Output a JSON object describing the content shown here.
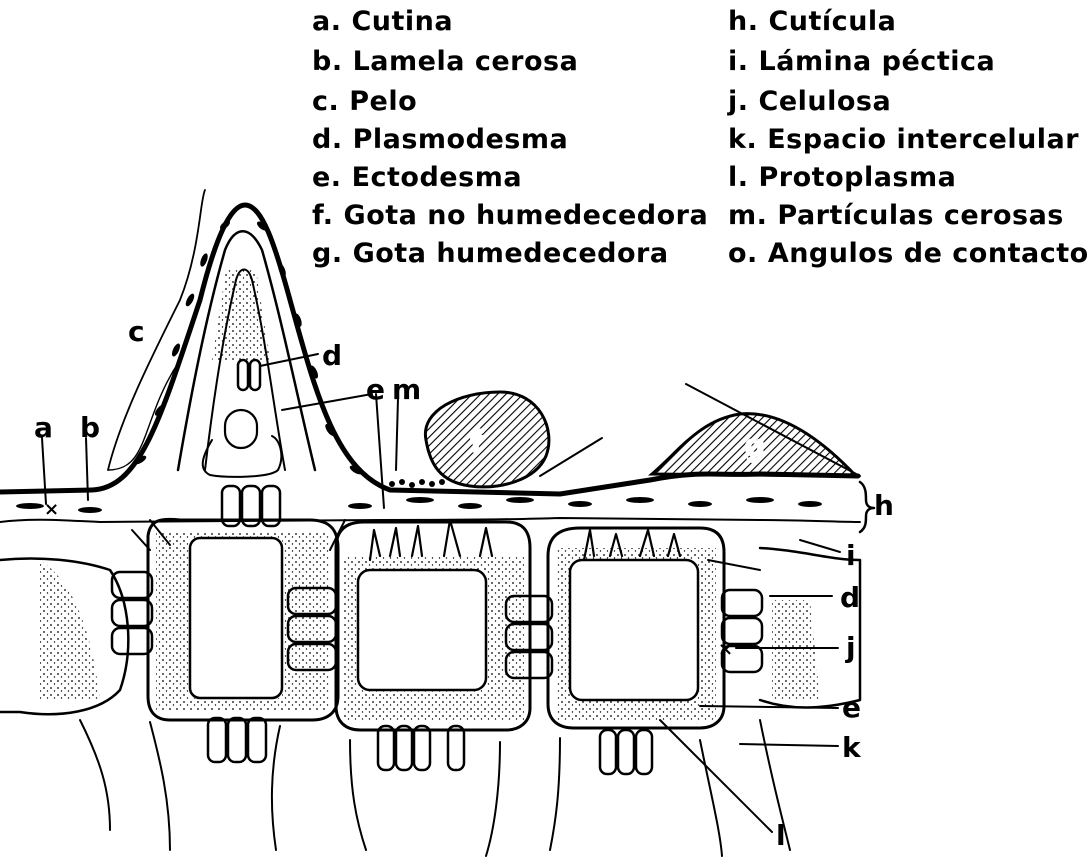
{
  "legend": {
    "left": [
      {
        "letter": "a.",
        "text": "Cutina"
      },
      {
        "letter": "b.",
        "text": "Lamela cerosa"
      },
      {
        "letter": "c.",
        "text": "Pelo"
      },
      {
        "letter": "d.",
        "text": "Plasmodesma"
      },
      {
        "letter": "e.",
        "text": "Ectodesma"
      },
      {
        "letter": "f.",
        "text": "Gota no humedecedora"
      },
      {
        "letter": "g.",
        "text": "Gota humedecedora"
      }
    ],
    "right": [
      {
        "letter": "h.",
        "text": "Cutícula"
      },
      {
        "letter": "i.",
        "text": "Lámina péctica"
      },
      {
        "letter": "j.",
        "text": "Celulosa"
      },
      {
        "letter": "k.",
        "text": "Espacio intercelular"
      },
      {
        "letter": "l.",
        "text": "Protoplasma"
      },
      {
        "letter": "m.",
        "text": "Partículas cerosas"
      },
      {
        "letter": "o.",
        "text": "Angulos de contacto"
      }
    ]
  },
  "labels": {
    "a": "a",
    "b": "b",
    "c": "c",
    "d": "d",
    "e": "e",
    "m": "m",
    "h": "h",
    "i": "i",
    "d2": "d",
    "j": "j",
    "e2": "e",
    "k": "k",
    "l": "l",
    "f": "f",
    "g": "g"
  },
  "colors": {
    "ink": "#000000",
    "paper": "#ffffff"
  }
}
